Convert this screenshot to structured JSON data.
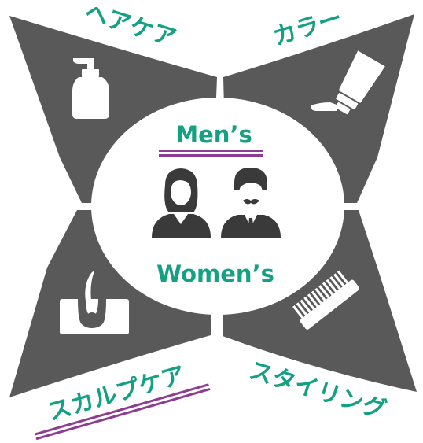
{
  "center": {
    "title_top": "Men’s",
    "title_bottom": "Women’s"
  },
  "categories": {
    "hair_care": "ヘアケア",
    "color": "カラー",
    "scalp_care": "スカルプケア",
    "styling": "スタイリング"
  },
  "colors": {
    "panel": "#595959",
    "label_text": "#14a083",
    "underline": "#8e3c92",
    "icon": "#ffffff",
    "people": "#3a3a3a"
  },
  "icons": {
    "hair_care": "pump-bottle-icon",
    "color": "color-tube-icon",
    "scalp_care": "hair-follicle-icon",
    "styling": "comb-icon",
    "center": "people-icon"
  }
}
